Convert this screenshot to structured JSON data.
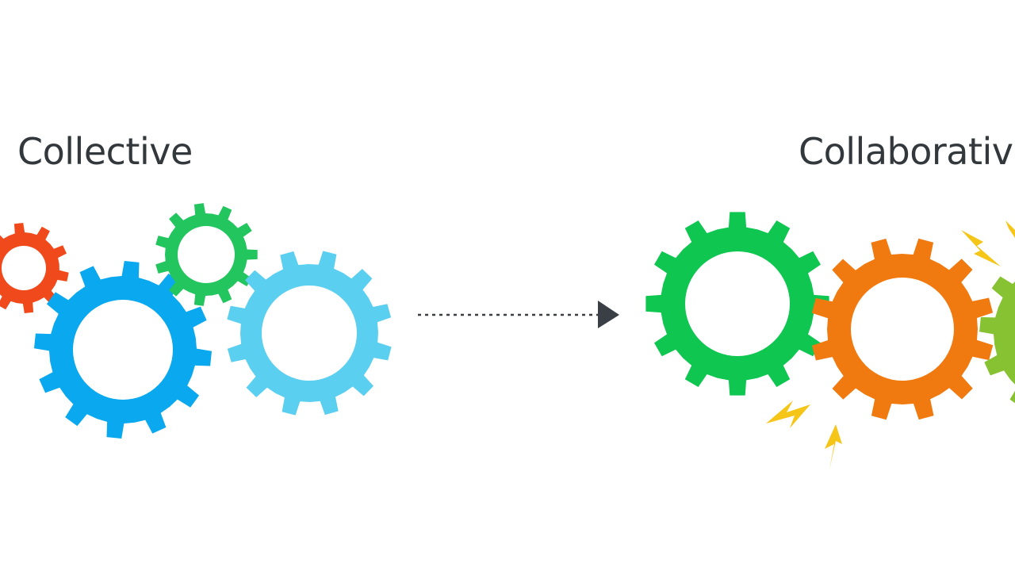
{
  "left": {
    "title": "Collective",
    "gear_colors": [
      "#f04a1c",
      "#0aa8ee",
      "#22c55e",
      "#5bcff0"
    ]
  },
  "arrow": {
    "style": "dotted",
    "color": "#3a3f45",
    "icon": "arrow-right-icon"
  },
  "right": {
    "title": "Collaborative",
    "gear_colors": [
      "#0ec650",
      "#f07a10",
      "#86c232"
    ],
    "spark_color": "#f5c518"
  }
}
